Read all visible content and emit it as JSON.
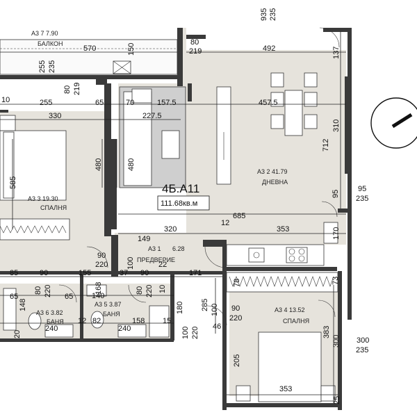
{
  "apartment": {
    "id": "4Б.А11",
    "total_area": "111.68кв.м"
  },
  "rooms": {
    "balcony": {
      "code_area": "А3 7 7.90",
      "name": "БАЛКОН"
    },
    "living": {
      "code_area": "А3 2 41.79",
      "name": "ДНЕВНА"
    },
    "bed1": {
      "code_area": "А3 3 19.30",
      "name": "СПАЛНЯ"
    },
    "hall": {
      "code": "А3 1",
      "area": "6.28",
      "name": "ПРЕДВЕРИЕ"
    },
    "bath1": {
      "code_area": "А3 6 3.82",
      "name": "БАНЯ"
    },
    "bath2": {
      "code_area": "А3 5 3.87",
      "name": "БАНЯ"
    },
    "bed2": {
      "code_area": "А3 4 13.52",
      "name": "СПАЛНЯ"
    }
  },
  "dims": {
    "d935": "935",
    "d235a": "235",
    "d570": "570",
    "d150": "150",
    "d80a": "80",
    "d219a": "219",
    "d492": "492",
    "d137": "137",
    "d255a": "255",
    "d235b": "235",
    "d80b": "80",
    "d219b": "219",
    "d10": "10",
    "d255b": "255",
    "d65a": "65",
    "d70": "70",
    "d1575": "157.5",
    "d4575": "457.5",
    "d330": "330",
    "d2275": "227.5",
    "d310": "310",
    "d712": "712",
    "d480a": "480",
    "d480b": "480",
    "d585": "585",
    "d95a": "95",
    "d95b": "95",
    "d235c": "235",
    "d685": "685",
    "d12a": "12",
    "d149": "149",
    "d320": "320",
    "d353a": "353",
    "d170": "170",
    "d90a": "90",
    "d220a": "220",
    "d100a": "100",
    "d37": "37",
    "d22": "22",
    "d171": "171",
    "d155": "155",
    "d85": "85",
    "d90b": "90",
    "d90c": "90",
    "d78": "78",
    "d73": "73",
    "d168": "168",
    "d80c": "80",
    "d80d": "80",
    "d220b": "220",
    "d220c": "220",
    "d10b": "10",
    "d140": "140",
    "d65b": "65",
    "d65c": "65",
    "d148": "148",
    "d12b": "12",
    "d82": "82",
    "d240a": "240",
    "d240b": "240",
    "d158": "158",
    "d15": "15",
    "d180": "180",
    "d285": "285",
    "d100b": "100",
    "d46": "46",
    "d100c": "100",
    "d220d": "220",
    "d90d": "90",
    "d220e": "220",
    "d383": "383",
    "d300a": "300",
    "d300b": "300",
    "d235d": "235",
    "d205": "205",
    "d353b": "353",
    "d20": "20",
    "d25": "25"
  }
}
